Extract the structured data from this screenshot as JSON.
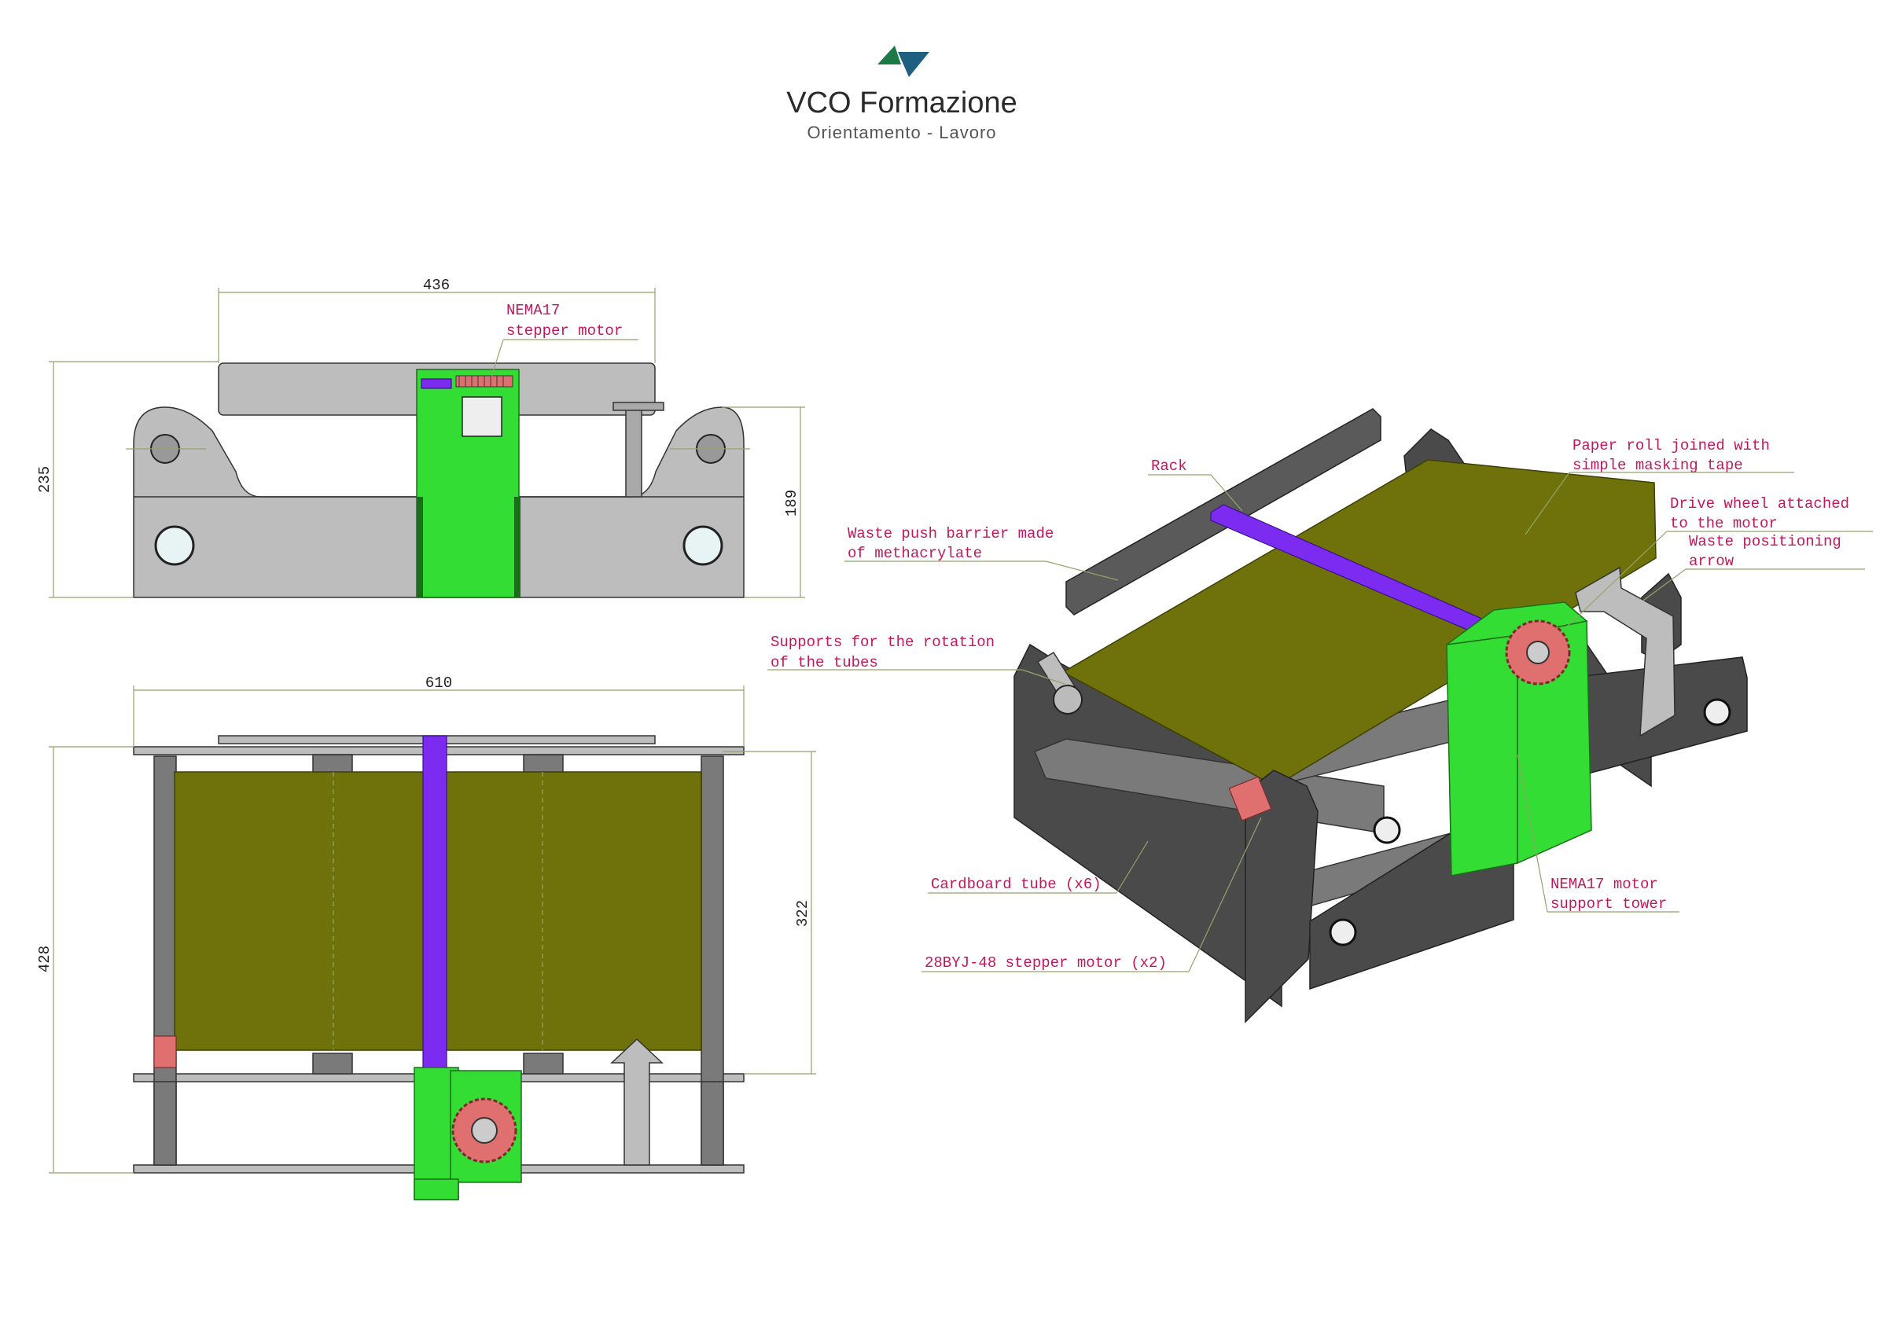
{
  "header": {
    "brand_name": "VCO Formazione",
    "brand_sub": "Orientamento - Lavoro",
    "logo_colors": [
      "#1b7a45",
      "#1f5f7f"
    ]
  },
  "dimensions": {
    "top_width": "436",
    "top_height": "235",
    "top_right_height": "189",
    "plan_width": "610",
    "plan_height": "428",
    "plan_right_height": "322"
  },
  "callouts": {
    "nema17_top": [
      "NEMA17",
      "stepper motor"
    ],
    "rack": "Rack",
    "waste_barrier": [
      "Waste push barrier made",
      "of methacrylate"
    ],
    "supports": [
      "Supports for the rotation",
      "of the tubes"
    ],
    "paper_roll": [
      "Paper roll joined with",
      "simple masking tape"
    ],
    "drive_wheel": [
      "Drive wheel attached",
      "to the motor"
    ],
    "waste_arrow": [
      "Waste positioning",
      "arrow"
    ],
    "cardboard_tube": "Cardboard tube (x6)",
    "stepper_28byj": "28BYJ-48 stepper motor (x2)",
    "nema17_tower": [
      "NEMA17 motor",
      "support tower"
    ]
  },
  "colors": {
    "frame": "#a9a9a9",
    "frame_dark": "#4a4a4a",
    "tower": "#33dd33",
    "paper": "#6f720a",
    "rack": "#7b2cf0",
    "gear": "#e07070",
    "callout_text": "#c2185b",
    "dimension_line": "#8fa26a"
  }
}
